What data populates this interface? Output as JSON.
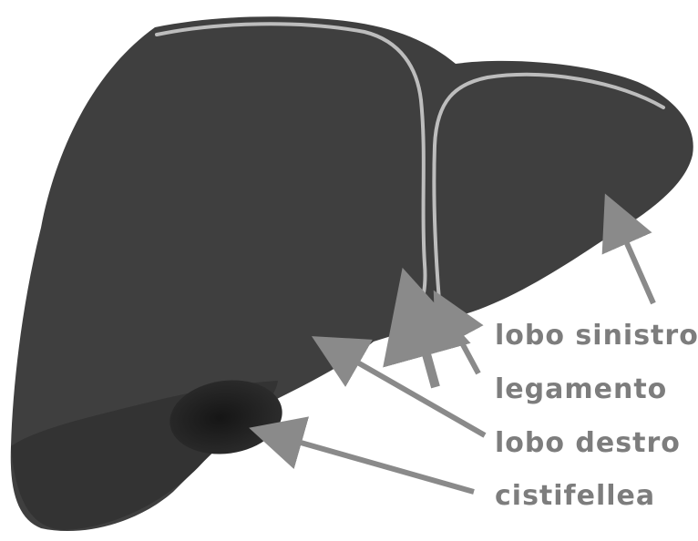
{
  "labels": {
    "left_lobe": "lobo sinistro",
    "ligament": "legamento",
    "right_lobe": "lobo destro",
    "gallbladder": "cistifellea"
  },
  "colors": {
    "liver": "#3f3f3f",
    "liver_dark": "#2c2c2c",
    "gallbladder": "#1f1f1f",
    "ligament": "#bdbdbd",
    "arrow": "#8a8a8a",
    "label_text": "#7d7d7d",
    "background": "#ffffff"
  }
}
